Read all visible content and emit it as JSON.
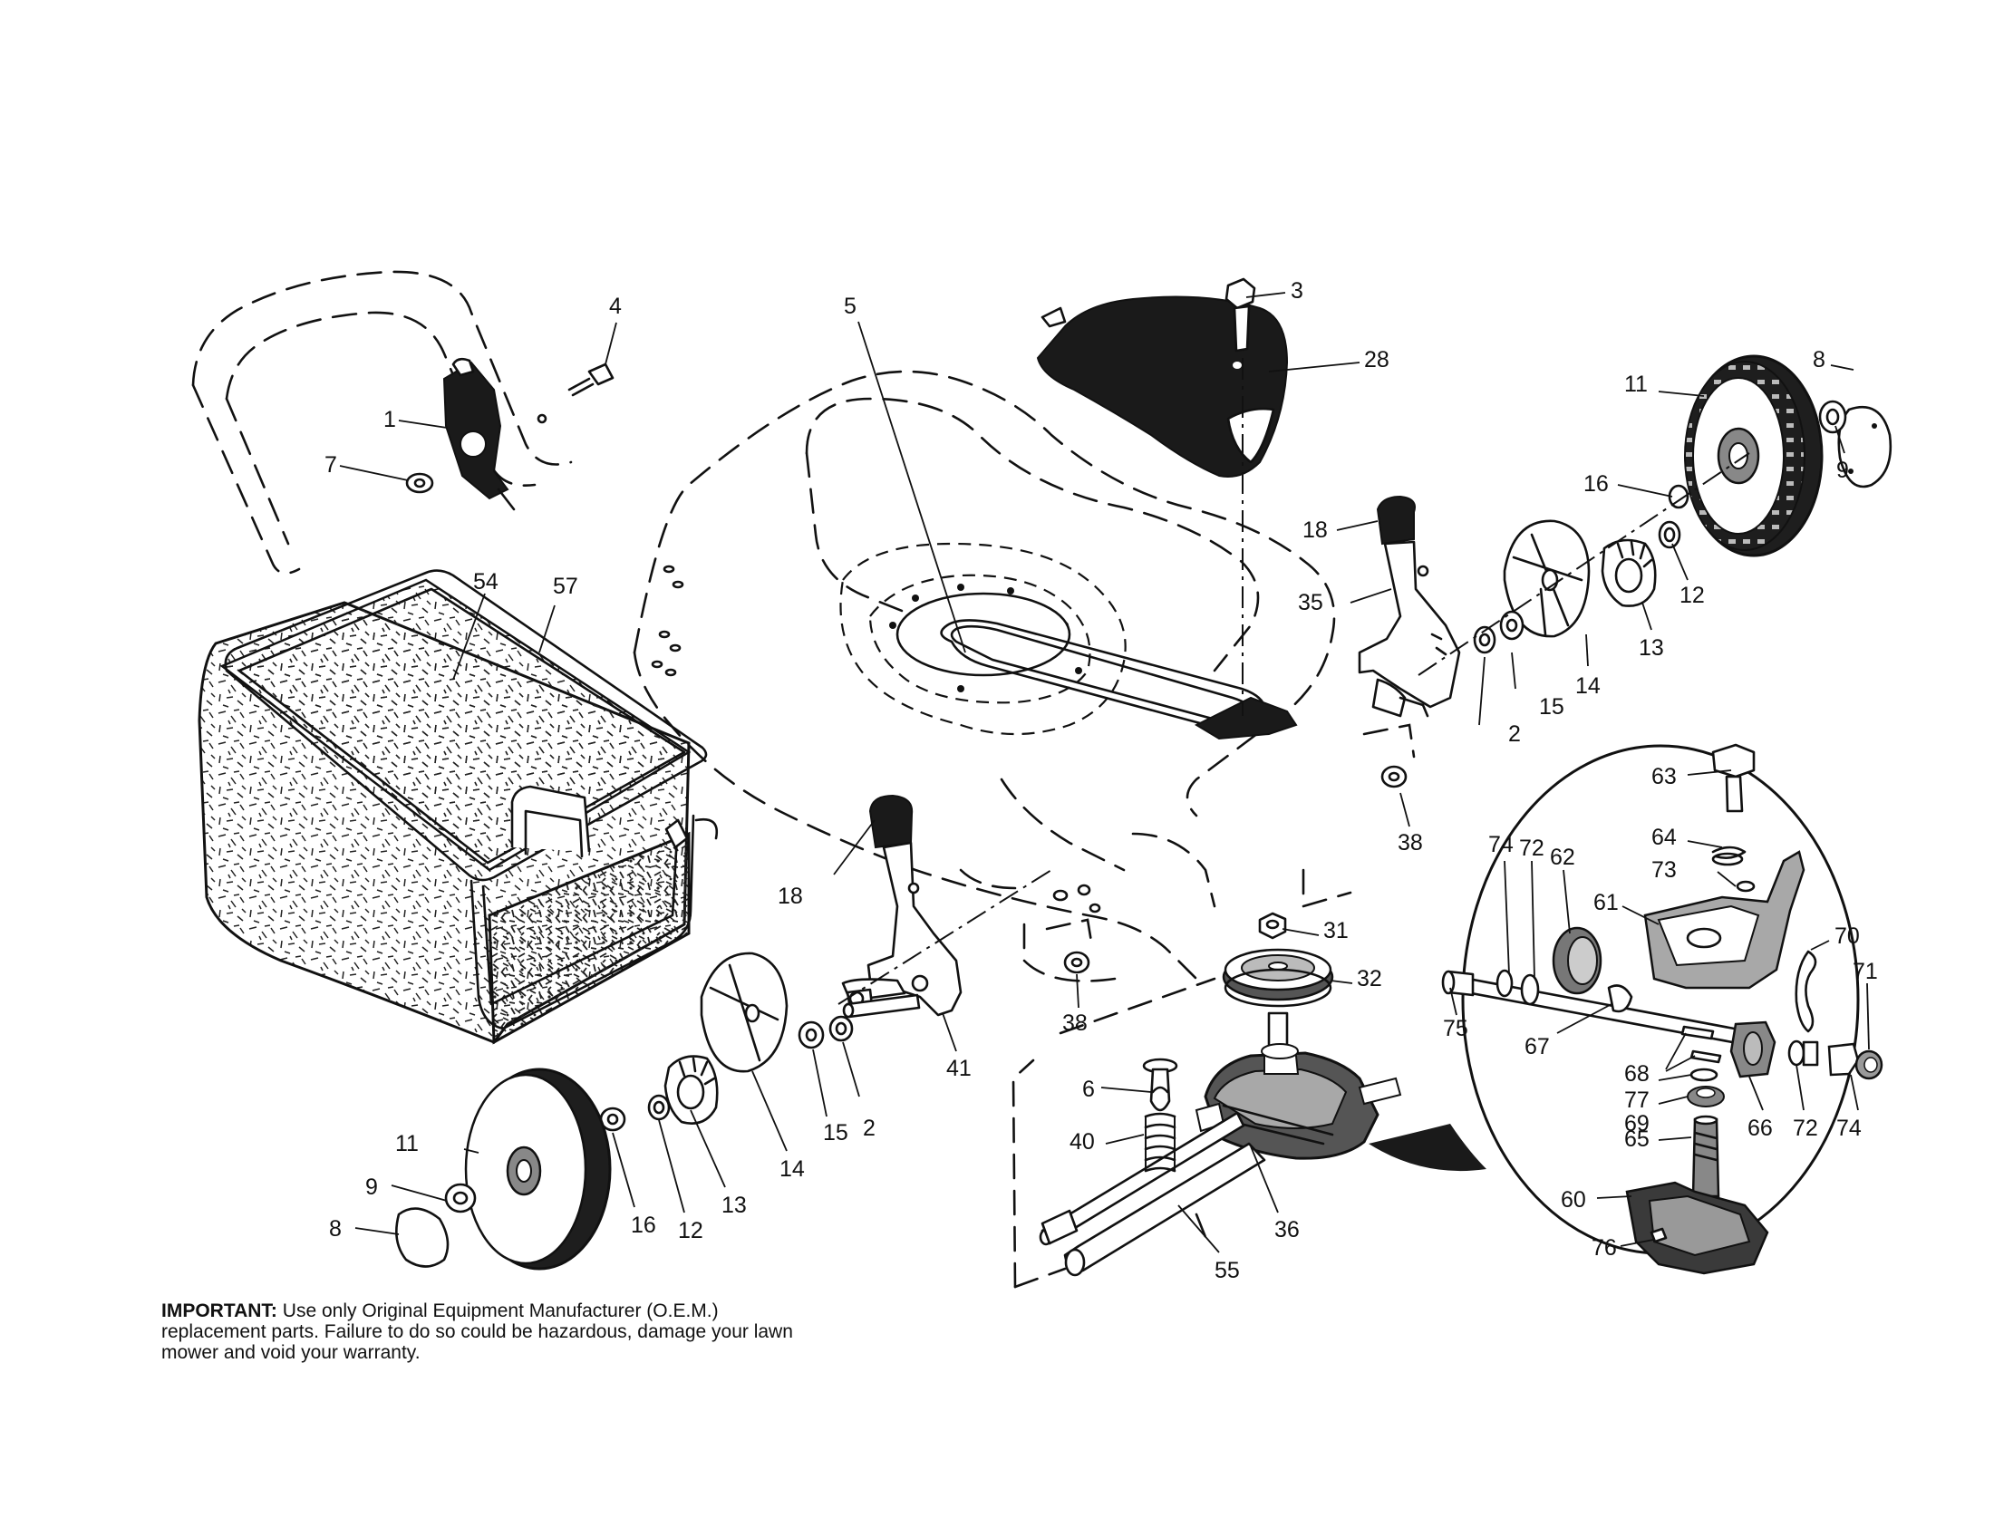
{
  "notice": {
    "heading": "IMPORTANT:",
    "text": "Use only Original Equipment Manufacturer (O.E.M.) replacement parts.  Failure to do so could be hazardous, damage your lawn mower and void your warranty."
  },
  "callouts": [
    {
      "id": "c3",
      "label": "3"
    },
    {
      "id": "c4",
      "label": "4"
    },
    {
      "id": "c5",
      "label": "5"
    },
    {
      "id": "c28",
      "label": "28"
    },
    {
      "id": "c8a",
      "label": "8"
    },
    {
      "id": "c11a",
      "label": "11"
    },
    {
      "id": "c1",
      "label": "1"
    },
    {
      "id": "c9a",
      "label": "9"
    },
    {
      "id": "c7",
      "label": "7"
    },
    {
      "id": "c16a",
      "label": "16"
    },
    {
      "id": "c18a",
      "label": "18"
    },
    {
      "id": "c54",
      "label": "54"
    },
    {
      "id": "c57",
      "label": "57"
    },
    {
      "id": "c35",
      "label": "35"
    },
    {
      "id": "c12a",
      "label": "12"
    },
    {
      "id": "c13a",
      "label": "13"
    },
    {
      "id": "c14a",
      "label": "14"
    },
    {
      "id": "c2a",
      "label": "2"
    },
    {
      "id": "c15a",
      "label": "15"
    },
    {
      "id": "c63",
      "label": "63"
    },
    {
      "id": "c38a",
      "label": "38"
    },
    {
      "id": "c64",
      "label": "64"
    },
    {
      "id": "c74a",
      "label": "74"
    },
    {
      "id": "c72a",
      "label": "72"
    },
    {
      "id": "c62",
      "label": "62"
    },
    {
      "id": "c73",
      "label": "73"
    },
    {
      "id": "c18b",
      "label": "18"
    },
    {
      "id": "c31",
      "label": "31"
    },
    {
      "id": "c61",
      "label": "61"
    },
    {
      "id": "c70",
      "label": "70"
    },
    {
      "id": "c32",
      "label": "32"
    },
    {
      "id": "c75",
      "label": "75"
    },
    {
      "id": "c71",
      "label": "71"
    },
    {
      "id": "c41",
      "label": "41"
    },
    {
      "id": "c38b",
      "label": "38"
    },
    {
      "id": "c67",
      "label": "67"
    },
    {
      "id": "c68",
      "label": "68"
    },
    {
      "id": "c77",
      "label": "77"
    },
    {
      "id": "c6",
      "label": "6"
    },
    {
      "id": "c69",
      "label": "69"
    },
    {
      "id": "c2b",
      "label": "2"
    },
    {
      "id": "c40",
      "label": "40"
    },
    {
      "id": "c15b",
      "label": "15"
    },
    {
      "id": "c65",
      "label": "65"
    },
    {
      "id": "c66",
      "label": "66"
    },
    {
      "id": "c72b",
      "label": "72"
    },
    {
      "id": "c74b",
      "label": "74"
    },
    {
      "id": "c11b",
      "label": "11"
    },
    {
      "id": "c14b",
      "label": "14"
    },
    {
      "id": "c13b",
      "label": "13"
    },
    {
      "id": "c9b",
      "label": "9"
    },
    {
      "id": "c36",
      "label": "36"
    },
    {
      "id": "c60",
      "label": "60"
    },
    {
      "id": "c16b",
      "label": "16"
    },
    {
      "id": "c12b",
      "label": "12"
    },
    {
      "id": "c8b",
      "label": "8"
    },
    {
      "id": "c76",
      "label": "76"
    },
    {
      "id": "c55",
      "label": "55"
    }
  ]
}
